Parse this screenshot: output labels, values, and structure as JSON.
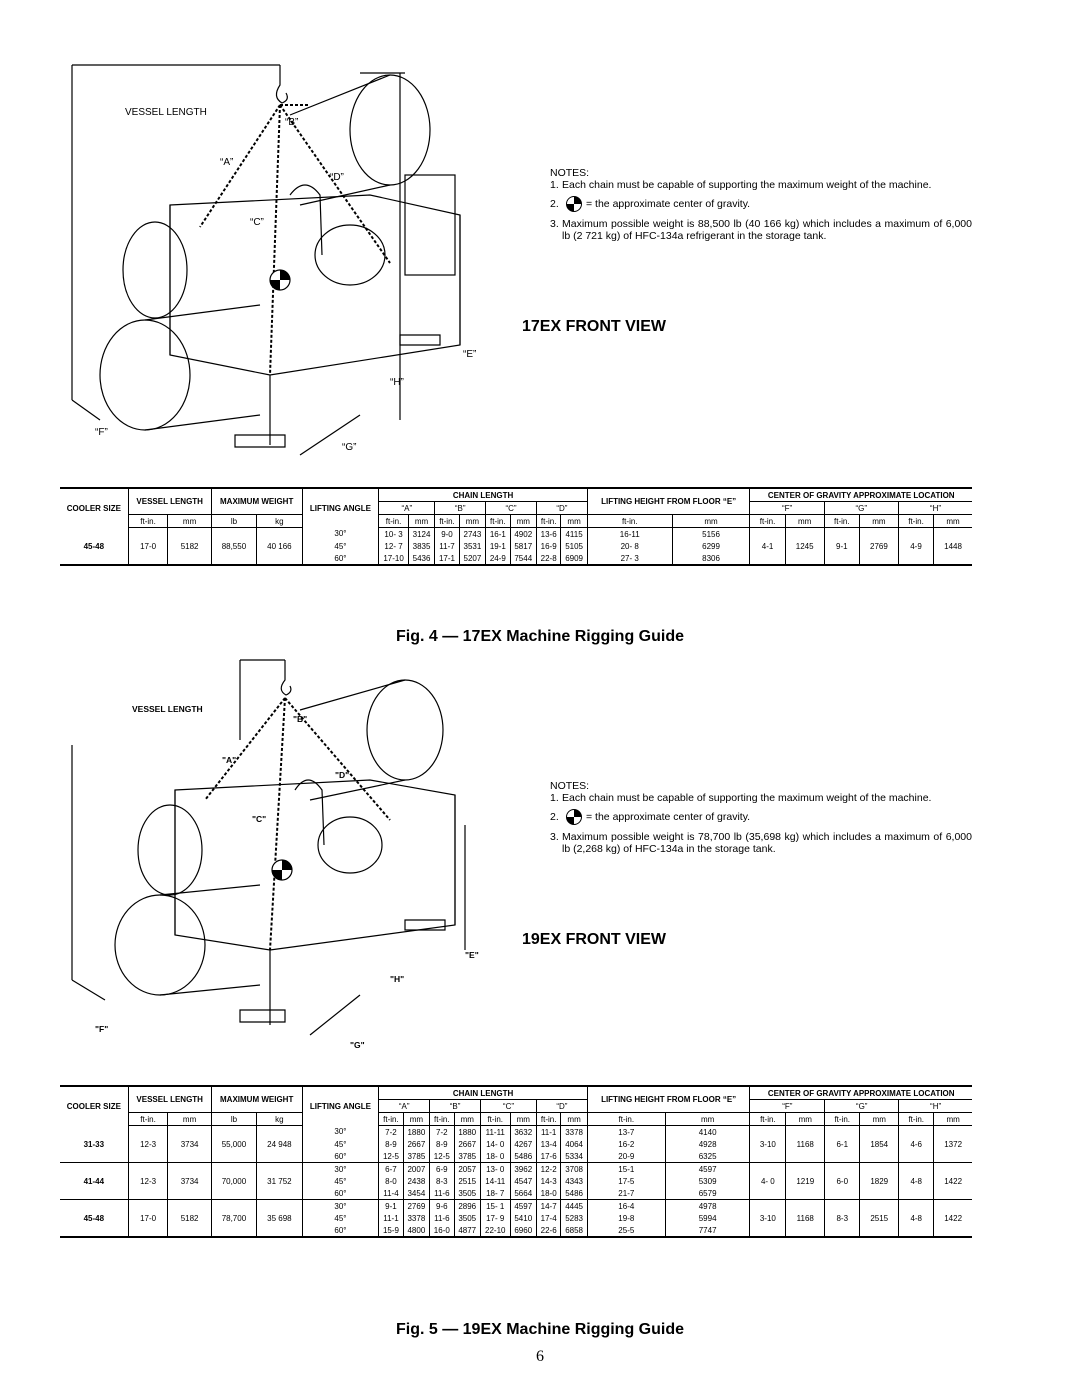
{
  "fig4": {
    "drawing_labels": {
      "vessel_length": "VESSEL LENGTH",
      "a": "“A”",
      "b": "“B”",
      "c": "“C”",
      "d": "“D”",
      "e": "“E”",
      "f": "“F”",
      "g": "“G”",
      "h": "“H”"
    },
    "notes": {
      "heading": "NOTES:",
      "n1_num": "1.",
      "n1": "Each chain must be capable of supporting the maximum weight of the machine.",
      "n2_num": "2.",
      "n2": "= the approximate center of gravity.",
      "n3_num": "3.",
      "n3": "Maximum possible weight is 88,500 lb (40 166 kg) which includes a maximum of 6,000 lb (2 721 kg) of HFC-134a refrigerant in the storage tank."
    },
    "view_title": "17EX FRONT VIEW",
    "caption": "Fig. 4 — 17EX Machine Rigging Guide",
    "rows": [
      {
        "size": "45-48",
        "vl_ftin": "17-0",
        "vl_mm": "5182",
        "w_lb": "88,550",
        "w_kg": "40 166",
        "angles": [
          {
            "angle": "30°",
            "a": [
              "10- 3",
              "3124"
            ],
            "b": [
              "9-0",
              "2743"
            ],
            "c": [
              "16-1",
              "4902"
            ],
            "d": [
              "13-6",
              "4115"
            ],
            "e": [
              "16-11",
              "5156"
            ]
          },
          {
            "angle": "45°",
            "a": [
              "12- 7",
              "3835"
            ],
            "b": [
              "11-7",
              "3531"
            ],
            "c": [
              "19-1",
              "5817"
            ],
            "d": [
              "16-9",
              "5105"
            ],
            "e": [
              "20- 8",
              "6299"
            ]
          },
          {
            "angle": "60°",
            "a": [
              "17-10",
              "5436"
            ],
            "b": [
              "17-1",
              "5207"
            ],
            "c": [
              "24-9",
              "7544"
            ],
            "d": [
              "22-8",
              "6909"
            ],
            "e": [
              "27- 3",
              "8306"
            ]
          }
        ],
        "f": [
          "4-1",
          "1245"
        ],
        "g": [
          "9-1",
          "2769"
        ],
        "h": [
          "4-9",
          "1448"
        ]
      }
    ]
  },
  "fig5": {
    "drawing_labels": {
      "vessel_length": "VESSEL LENGTH",
      "a": "\"A\"",
      "b": "\"B\"",
      "c": "\"C\"",
      "d": "\"D\"",
      "e": "\"E\"",
      "f": "\"F\"",
      "g": "\"G\"",
      "h": "\"H\""
    },
    "notes": {
      "heading": "NOTES:",
      "n1_num": "1.",
      "n1": "Each chain must be capable of supporting the maximum weight of the machine.",
      "n2_num": "2.",
      "n2": "= the approximate center of gravity.",
      "n3_num": "3.",
      "n3": "Maximum possible weight is 78,700 lb (35,698 kg) which includes a maximum of 6,000 lb (2,268 kg) of HFC-134a in the storage tank."
    },
    "view_title": "19EX FRONT VIEW",
    "caption": "Fig. 5 — 19EX Machine Rigging Guide",
    "rows": [
      {
        "size": "31-33",
        "vl_ftin": "12-3",
        "vl_mm": "3734",
        "w_lb": "55,000",
        "w_kg": "24 948",
        "angles": [
          {
            "angle": "30°",
            "a": [
              "7-2",
              "1880"
            ],
            "b": [
              "7-2",
              "1880"
            ],
            "c": [
              "11-11",
              "3632"
            ],
            "d": [
              "11-1",
              "3378"
            ],
            "e": [
              "13-7",
              "4140"
            ]
          },
          {
            "angle": "45°",
            "a": [
              "8-9",
              "2667"
            ],
            "b": [
              "8-9",
              "2667"
            ],
            "c": [
              "14- 0",
              "4267"
            ],
            "d": [
              "13-4",
              "4064"
            ],
            "e": [
              "16-2",
              "4928"
            ]
          },
          {
            "angle": "60°",
            "a": [
              "12-5",
              "3785"
            ],
            "b": [
              "12-5",
              "3785"
            ],
            "c": [
              "18- 0",
              "5486"
            ],
            "d": [
              "17-6",
              "5334"
            ],
            "e": [
              "20-9",
              "6325"
            ]
          }
        ],
        "f": [
          "3-10",
          "1168"
        ],
        "g": [
          "6-1",
          "1854"
        ],
        "h": [
          "4-6",
          "1372"
        ]
      },
      {
        "size": "41-44",
        "vl_ftin": "12-3",
        "vl_mm": "3734",
        "w_lb": "70,000",
        "w_kg": "31 752",
        "angles": [
          {
            "angle": "30°",
            "a": [
              "6-7",
              "2007"
            ],
            "b": [
              "6-9",
              "2057"
            ],
            "c": [
              "13- 0",
              "3962"
            ],
            "d": [
              "12-2",
              "3708"
            ],
            "e": [
              "15-1",
              "4597"
            ]
          },
          {
            "angle": "45°",
            "a": [
              "8-0",
              "2438"
            ],
            "b": [
              "8-3",
              "2515"
            ],
            "c": [
              "14-11",
              "4547"
            ],
            "d": [
              "14-3",
              "4343"
            ],
            "e": [
              "17-5",
              "5309"
            ]
          },
          {
            "angle": "60°",
            "a": [
              "11-4",
              "3454"
            ],
            "b": [
              "11-6",
              "3505"
            ],
            "c": [
              "18- 7",
              "5664"
            ],
            "d": [
              "18-0",
              "5486"
            ],
            "e": [
              "21-7",
              "6579"
            ]
          }
        ],
        "f": [
          "4- 0",
          "1219"
        ],
        "g": [
          "6-0",
          "1829"
        ],
        "h": [
          "4-8",
          "1422"
        ]
      },
      {
        "size": "45-48",
        "vl_ftin": "17-0",
        "vl_mm": "5182",
        "w_lb": "78,700",
        "w_kg": "35 698",
        "angles": [
          {
            "angle": "30°",
            "a": [
              "9-1",
              "2769"
            ],
            "b": [
              "9-6",
              "2896"
            ],
            "c": [
              "15- 1",
              "4597"
            ],
            "d": [
              "14-7",
              "4445"
            ],
            "e": [
              "16-4",
              "4978"
            ]
          },
          {
            "angle": "45°",
            "a": [
              "11-1",
              "3378"
            ],
            "b": [
              "11-6",
              "3505"
            ],
            "c": [
              "17- 9",
              "5410"
            ],
            "d": [
              "17-4",
              "5283"
            ],
            "e": [
              "19-8",
              "5994"
            ]
          },
          {
            "angle": "60°",
            "a": [
              "15-9",
              "4800"
            ],
            "b": [
              "16-0",
              "4877"
            ],
            "c": [
              "22-10",
              "6960"
            ],
            "d": [
              "22-6",
              "6858"
            ],
            "e": [
              "25-5",
              "7747"
            ]
          }
        ],
        "f": [
          "3-10",
          "1168"
        ],
        "g": [
          "8-3",
          "2515"
        ],
        "h": [
          "4-8",
          "1422"
        ]
      }
    ]
  },
  "table_headers": {
    "cooler_size": "COOLER SIZE",
    "vessel_length": "VESSEL LENGTH",
    "maximum_weight": "MAXIMUM WEIGHT",
    "lifting_angle": "LIFTING ANGLE",
    "chain_length": "CHAIN LENGTH",
    "lifting_height": "LIFTING HEIGHT FROM FLOOR “E”",
    "cog": "CENTER OF GRAVITY APPROXIMATE LOCATION",
    "a": "“A”",
    "b": "“B”",
    "c": "“C”",
    "d": "“D”",
    "f": "“F”",
    "g": "“G”",
    "h": "“H”",
    "ftin": "ft-in.",
    "mm": "mm",
    "lb": "lb",
    "kg": "kg"
  },
  "page_number": "6"
}
